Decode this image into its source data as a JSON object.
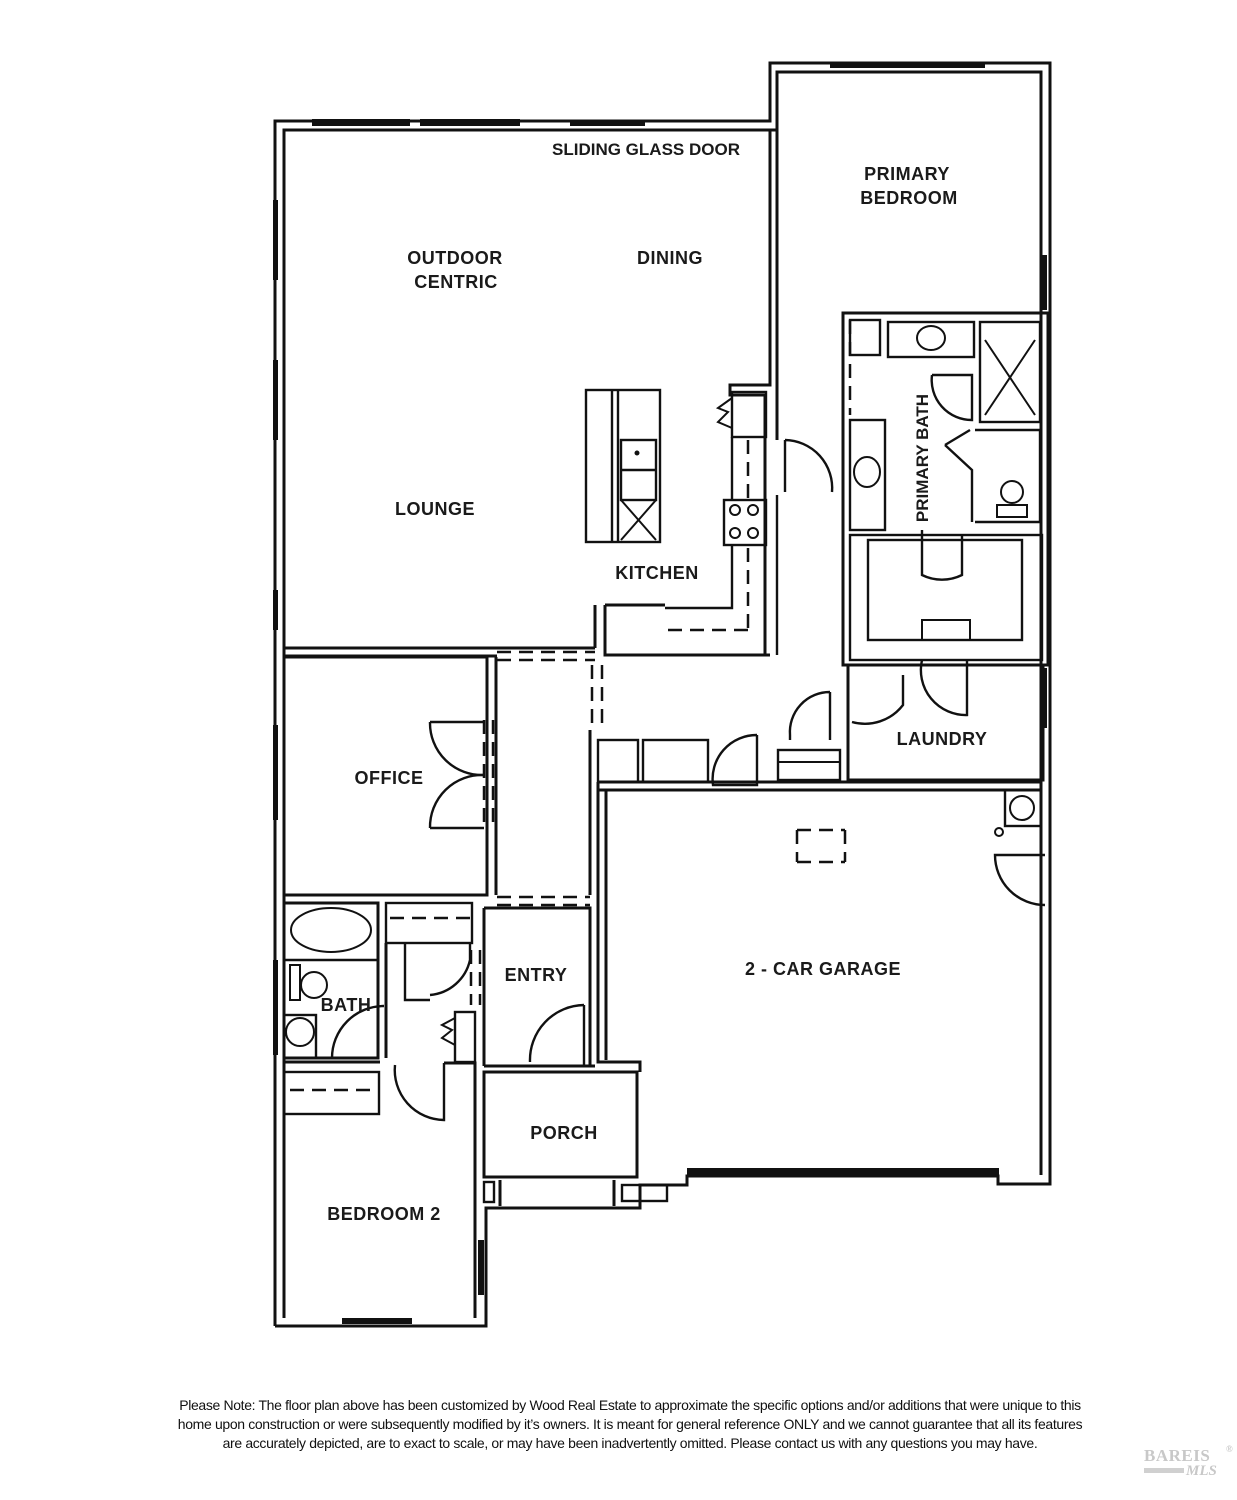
{
  "floor_plan": {
    "rooms": [
      {
        "id": "sliding_glass_door",
        "label": "SLIDING GLASS DOOR"
      },
      {
        "id": "primary_bedroom",
        "label_lines": [
          "PRIMARY",
          "BEDROOM"
        ]
      },
      {
        "id": "outdoor_centric",
        "label_lines": [
          "OUTDOOR",
          "CENTRIC"
        ]
      },
      {
        "id": "dining",
        "label": "DINING"
      },
      {
        "id": "lounge",
        "label": "LOUNGE"
      },
      {
        "id": "kitchen",
        "label": "KITCHEN"
      },
      {
        "id": "primary_bath",
        "label": "PRIMARY BATH"
      },
      {
        "id": "laundry",
        "label": "LAUNDRY"
      },
      {
        "id": "office",
        "label": "OFFICE"
      },
      {
        "id": "garage",
        "label": "2 - CAR GARAGE"
      },
      {
        "id": "entry",
        "label": "ENTRY"
      },
      {
        "id": "bath",
        "label": "BATH"
      },
      {
        "id": "porch",
        "label": "PORCH"
      },
      {
        "id": "bedroom_2",
        "label": "BEDROOM 2"
      }
    ],
    "labels": {
      "sliding_glass_door": "SLIDING GLASS DOOR",
      "primary_bedroom_1": "PRIMARY",
      "primary_bedroom_2": "BEDROOM",
      "outdoor_centric_1": "OUTDOOR",
      "outdoor_centric_2": "CENTRIC",
      "dining": "DINING",
      "lounge": "LOUNGE",
      "kitchen": "KITCHEN",
      "primary_bath": "PRIMARY BATH",
      "laundry": "LAUNDRY",
      "office": "OFFICE",
      "garage": "2 - CAR GARAGE",
      "entry": "ENTRY",
      "bath": "BATH",
      "porch": "PORCH",
      "bedroom_2": "BEDROOM 2"
    },
    "colors": {
      "walls": "#111111",
      "background": "#ffffff",
      "watermark": "#c8c8c8"
    }
  },
  "disclaimer": {
    "lines": [
      "Please Note: The floor plan above has been customized by Wood Real Estate to approximate the specific options and/or additions that were unique to this",
      "home upon construction or were subsequently modified by it’s owners. It is meant for general reference ONLY and we cannot guarantee that all its features",
      "are accurately depicted, are to exact to scale, or may have been inadvertently omitted. Please contact us with any questions you may have."
    ]
  },
  "watermark": {
    "line1": "BAREIS",
    "line2": "MLS",
    "registered": "®"
  }
}
